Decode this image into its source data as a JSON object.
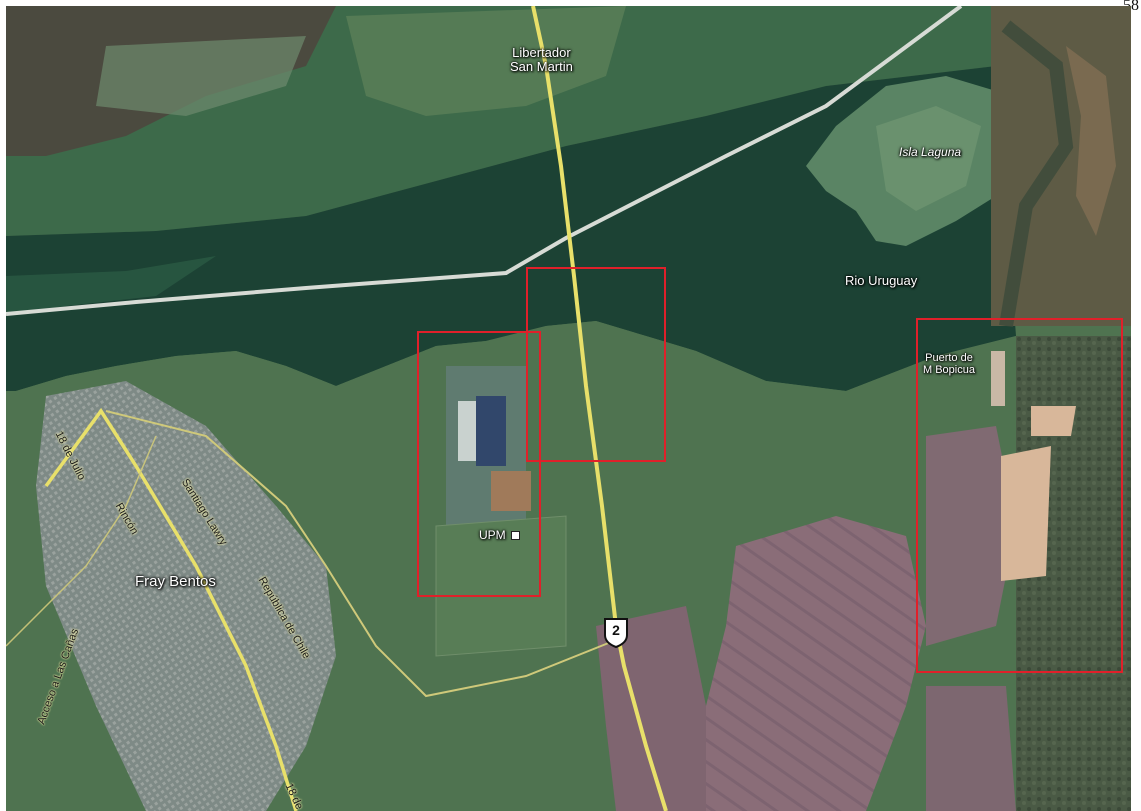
{
  "page": {
    "number": "58"
  },
  "map": {
    "type": "satellite",
    "labels": {
      "town_north_line1": "Libertador",
      "town_north_line2": "San Martin",
      "island": "Isla Laguna",
      "river": "Rio Uruguay",
      "port_line1": "Puerto de",
      "port_line2": "M Bopicua",
      "plant": "UPM",
      "city": "Fray Bentos"
    },
    "streets": {
      "street_1": "18 de Julio",
      "street_2": "Rincón",
      "street_3": "Santiago Lawry",
      "street_4": "República de Chile",
      "street_5": "Acceso a Las Cañas",
      "street_6": "18 de"
    },
    "route_shield": "2",
    "highlight_boxes": [
      "upm-plant-box",
      "bridge-area-box",
      "port-bopicua-box"
    ],
    "colors": {
      "highlight_box": "#e0202a",
      "river": "#1c4234",
      "highway": "#e8e06a",
      "bridge": "#d7dbd5",
      "wetland": "#3d6a4a",
      "farmland": "#8a6d78"
    }
  }
}
